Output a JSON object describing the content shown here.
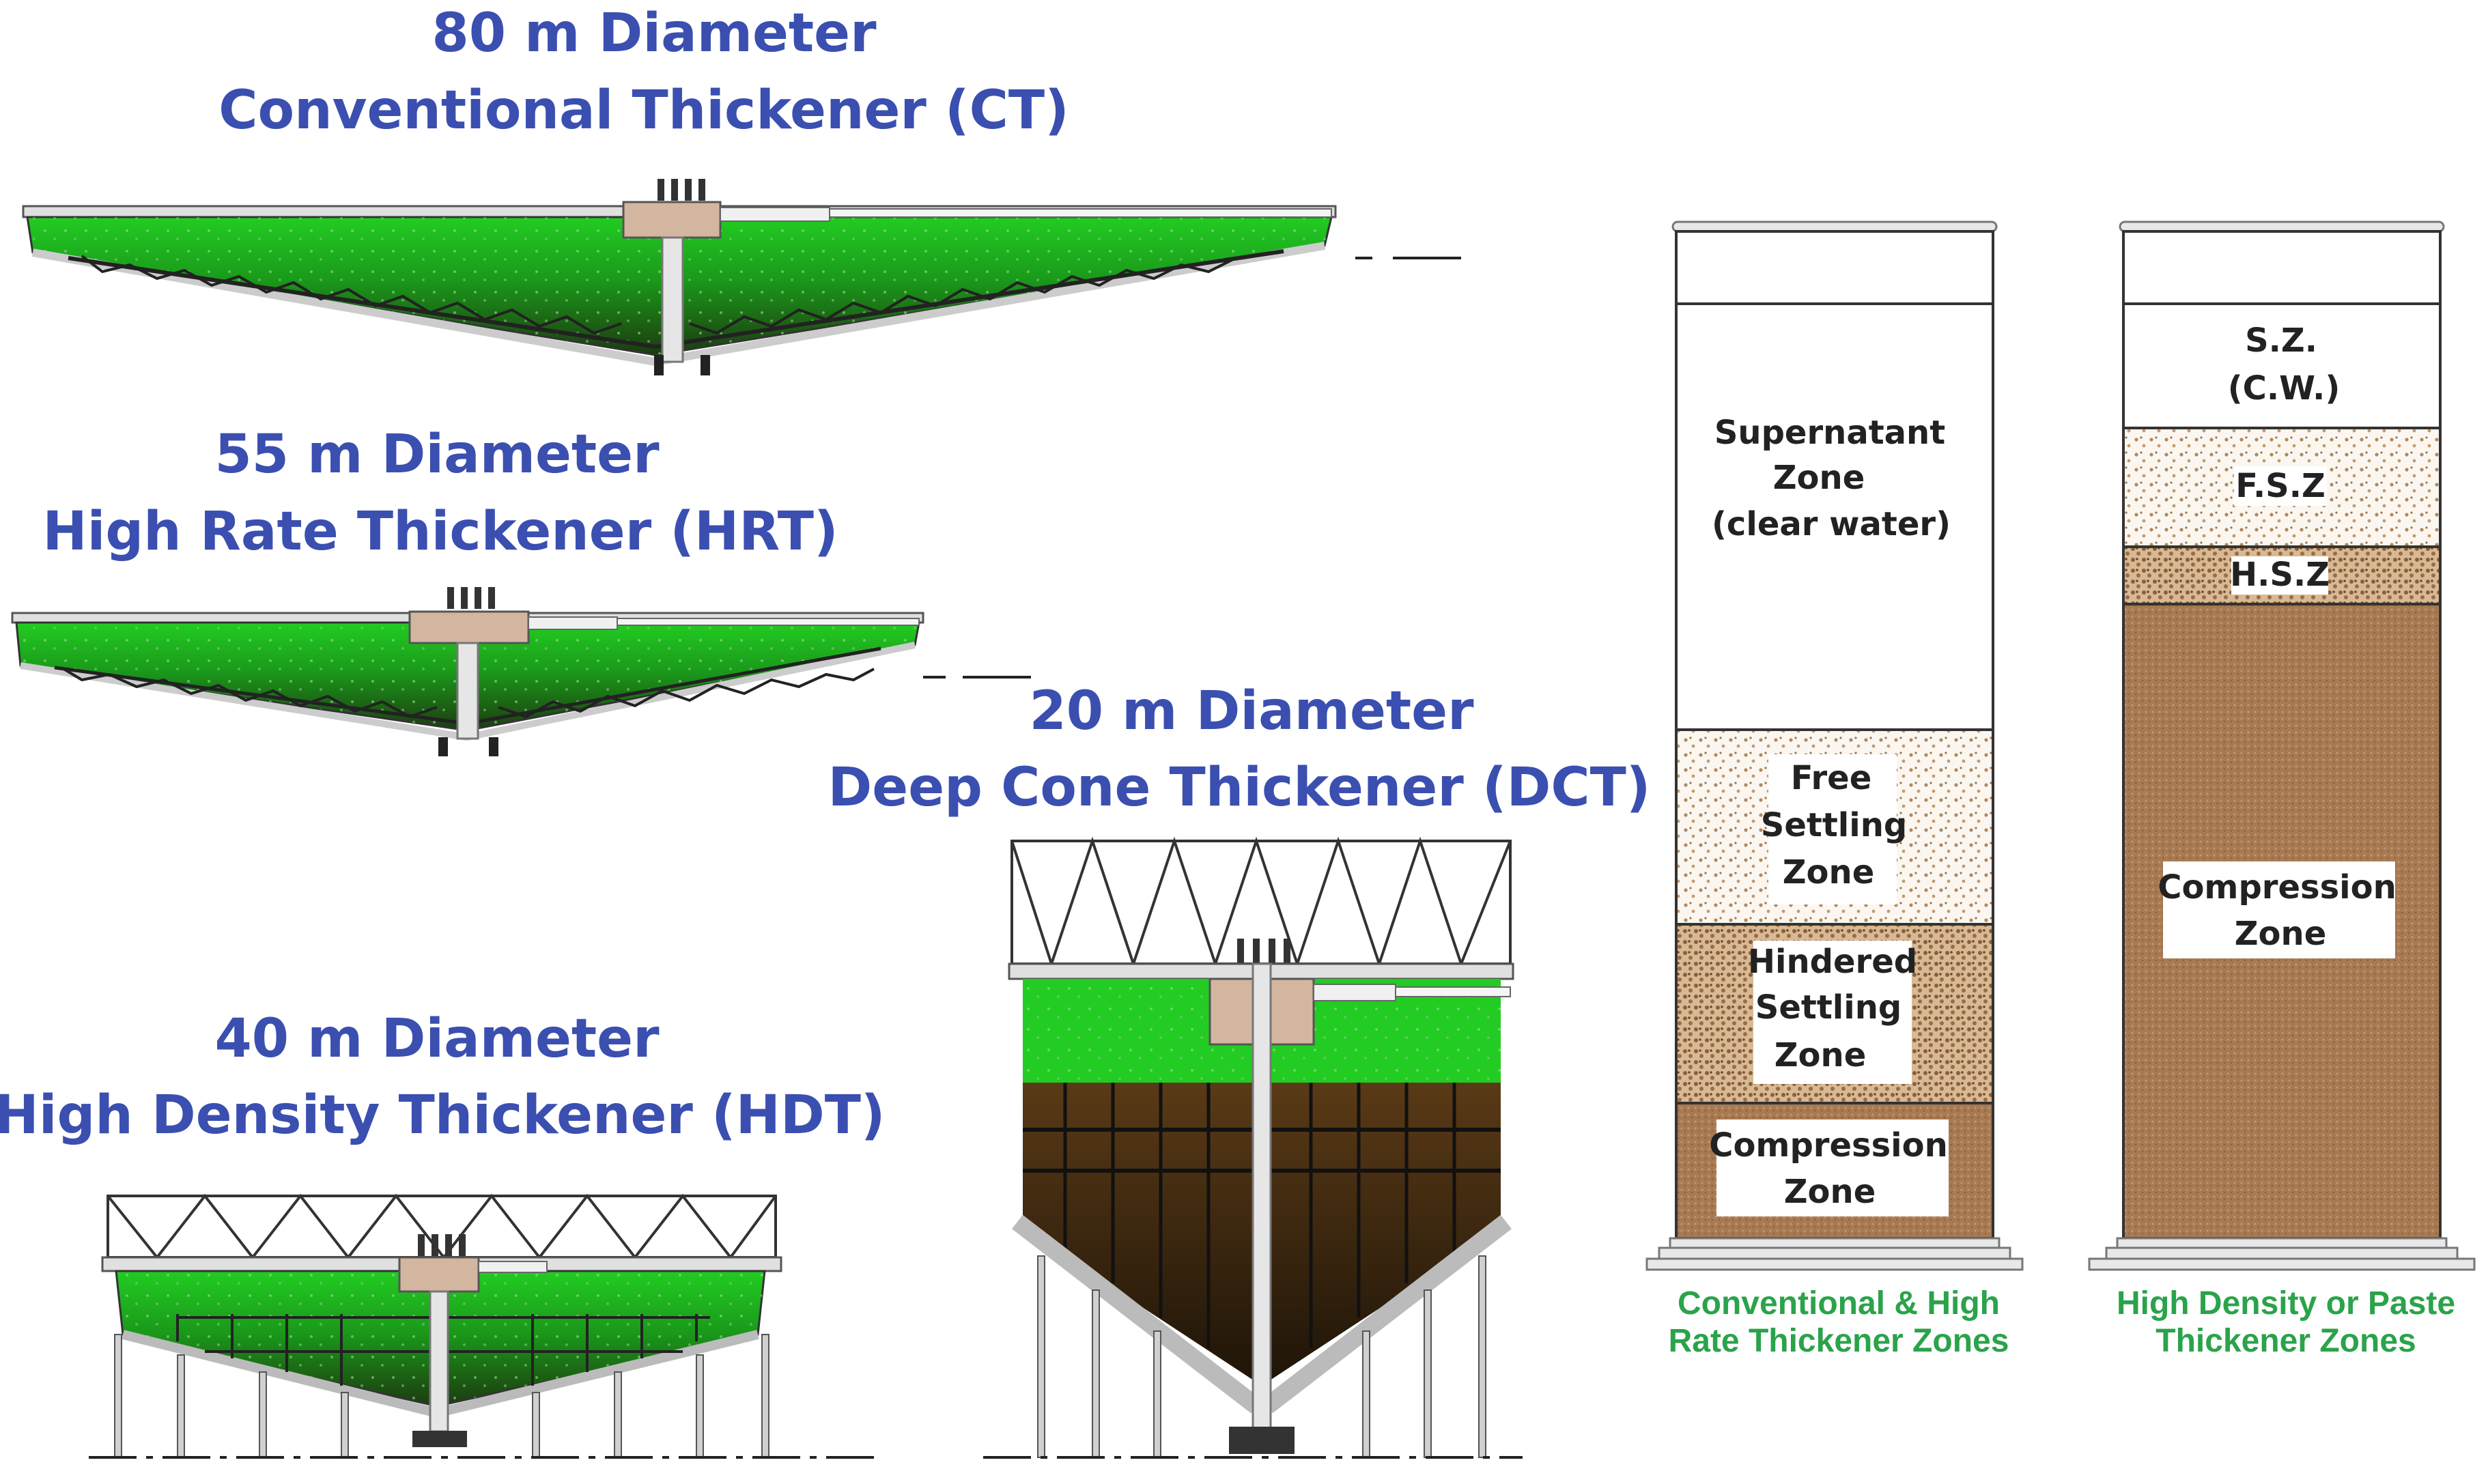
{
  "thickeners": {
    "ct": {
      "line1": "80 m Diameter",
      "line2": "Conventional Thickener (CT)"
    },
    "hrt": {
      "line1": "55 m Diameter",
      "line2": "High Rate Thickener (HRT)"
    },
    "hdt": {
      "line1": "40 m Diameter",
      "line2": "High Density Thickener (HDT)"
    },
    "dct": {
      "line1": "20 m Diameter",
      "line2": "Deep Cone Thickener (DCT)"
    }
  },
  "column_conventional": {
    "supernatant": [
      "Supernatant",
      "Zone",
      "(clear water)"
    ],
    "free_settling": [
      "Free",
      "Settling",
      "Zone"
    ],
    "hindered_settling": [
      "Hindered",
      "Settling",
      "Zone"
    ],
    "compression": [
      "Compression",
      "Zone"
    ],
    "caption": [
      "Conventional & High",
      "Rate Thickener Zones"
    ]
  },
  "column_high_density": {
    "sz": [
      "S.Z.",
      "(C.W.)"
    ],
    "fsz": "F.S.Z",
    "hsz": "H.S.Z",
    "compression": [
      "Compression",
      "Zone"
    ],
    "caption": [
      "High Density or Paste",
      "Thickener Zones"
    ]
  },
  "colors": {
    "title": "#3b4fb0",
    "caption": "#2aa34a",
    "liquid_green": "#22cc22",
    "sludge_brown": "#a87a52",
    "tank_gray": "#d9d9d9"
  }
}
